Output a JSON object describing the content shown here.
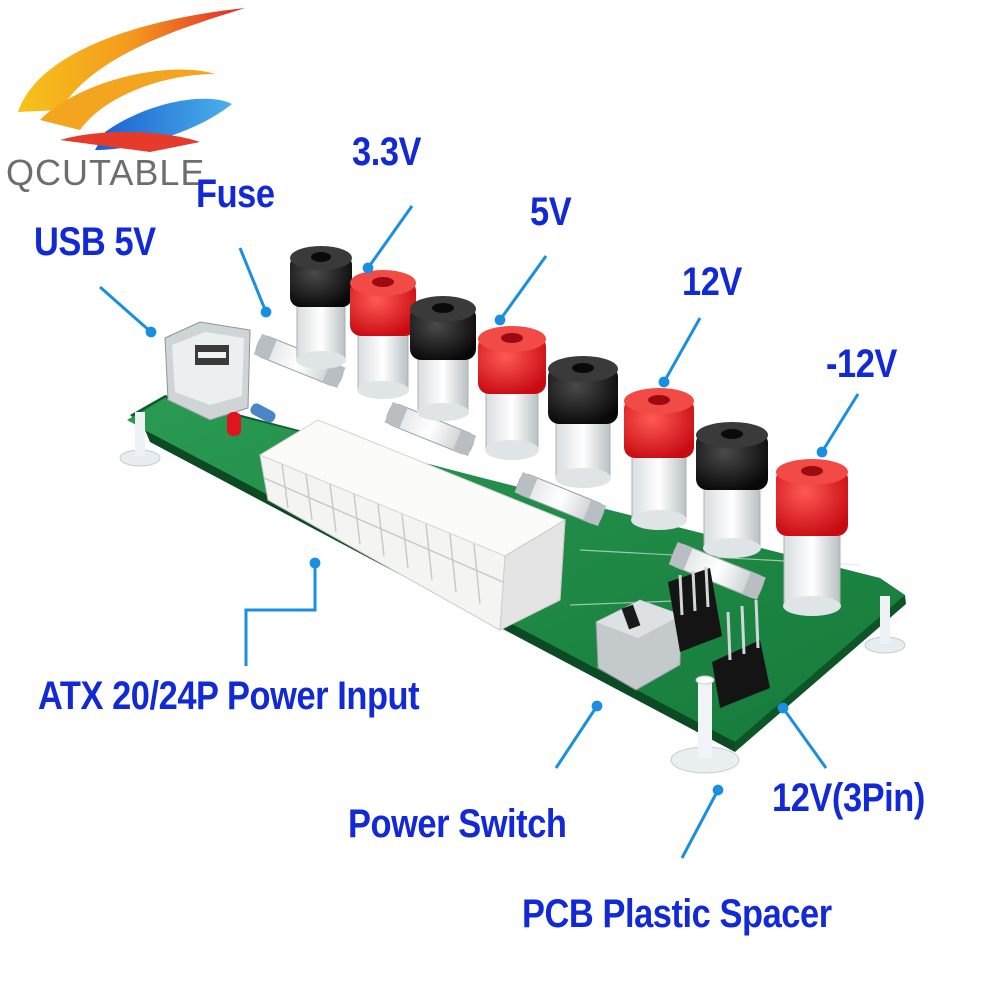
{
  "brand": {
    "name": "QCUTABLE"
  },
  "labels": {
    "usb": "USB 5V",
    "fuse": "Fuse",
    "v33": "3.3V",
    "v5": "5V",
    "v12": "12V",
    "vneg12": "-12V",
    "atx": "ATX 20/24P Power Input",
    "switch": "Power  Switch",
    "pin3": "12V(3Pin)",
    "spacer": "PCB Plastic Spacer"
  },
  "colors": {
    "label_text": "#1229d8",
    "arrow": "#1a8fe0",
    "pcb": "#1f8a45",
    "post_red": "#e3141b",
    "post_black": "#141414",
    "connector": "#f4f4f2"
  }
}
